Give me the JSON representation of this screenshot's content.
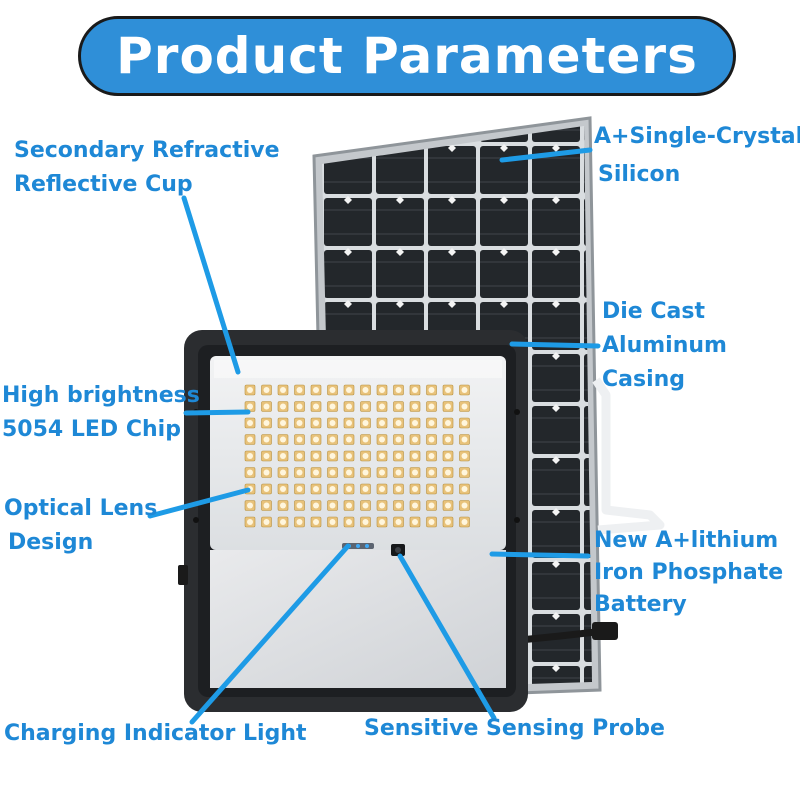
{
  "title": "Product Parameters",
  "labels": {
    "reflective_cup": [
      "Secondary Refractive",
      "Reflective Cup"
    ],
    "single_crystal": [
      "A+Single-Crystal",
      "Silicon"
    ],
    "die_cast": [
      "Die Cast",
      "Aluminum",
      "Casing"
    ],
    "led_chip": [
      "High brightness",
      "5054 LED Chip"
    ],
    "optical_lens": [
      "Optical Lens",
      "Design"
    ],
    "battery": [
      "New A+lithium",
      "Iron Phosphate",
      "Battery"
    ],
    "charging_indicator": "Charging Indicator Light",
    "sensing_probe": "Sensitive Sensing Probe"
  },
  "colors": {
    "accent": "#2f8fd8",
    "label": "#1e88d6",
    "leader": "#1e9be6",
    "lamp_body": "#2b2d30",
    "solar_cell": "#1f2327"
  }
}
